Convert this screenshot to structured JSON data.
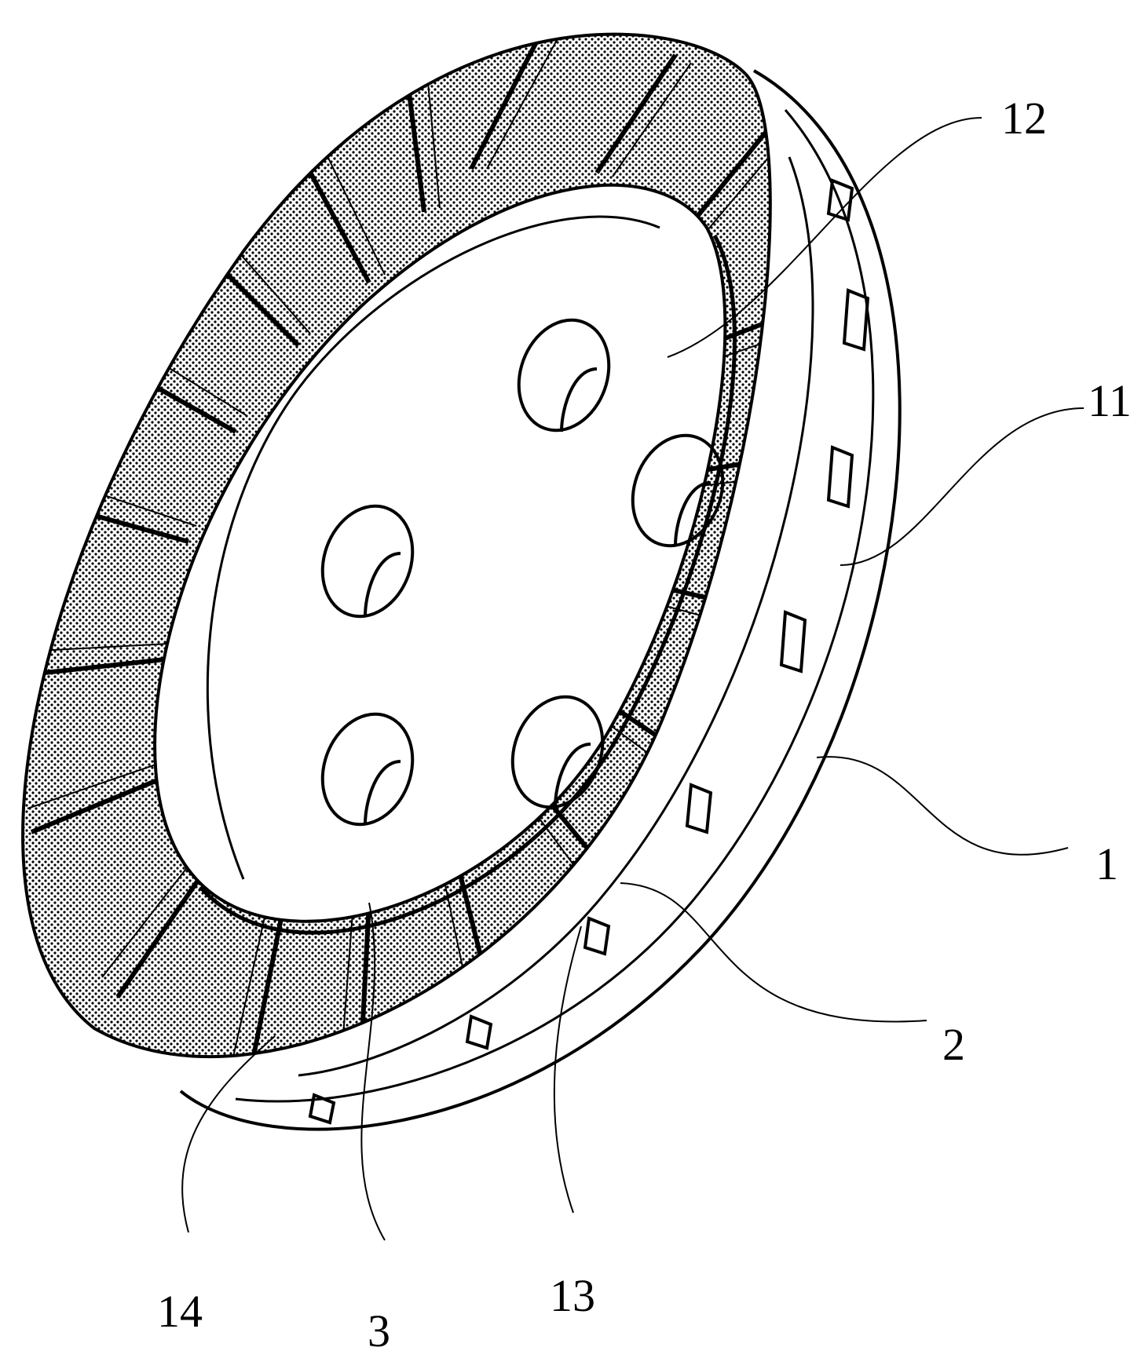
{
  "figure": {
    "labels": [
      {
        "id": "part-12",
        "text": "12"
      },
      {
        "id": "part-11",
        "text": "11"
      },
      {
        "id": "part-1",
        "text": "1"
      },
      {
        "id": "part-2",
        "text": "2"
      },
      {
        "id": "part-13",
        "text": "13"
      },
      {
        "id": "part-3",
        "text": "3"
      },
      {
        "id": "part-14",
        "text": "14"
      }
    ],
    "colors": {
      "line": "#000000",
      "background": "#ffffff"
    }
  }
}
